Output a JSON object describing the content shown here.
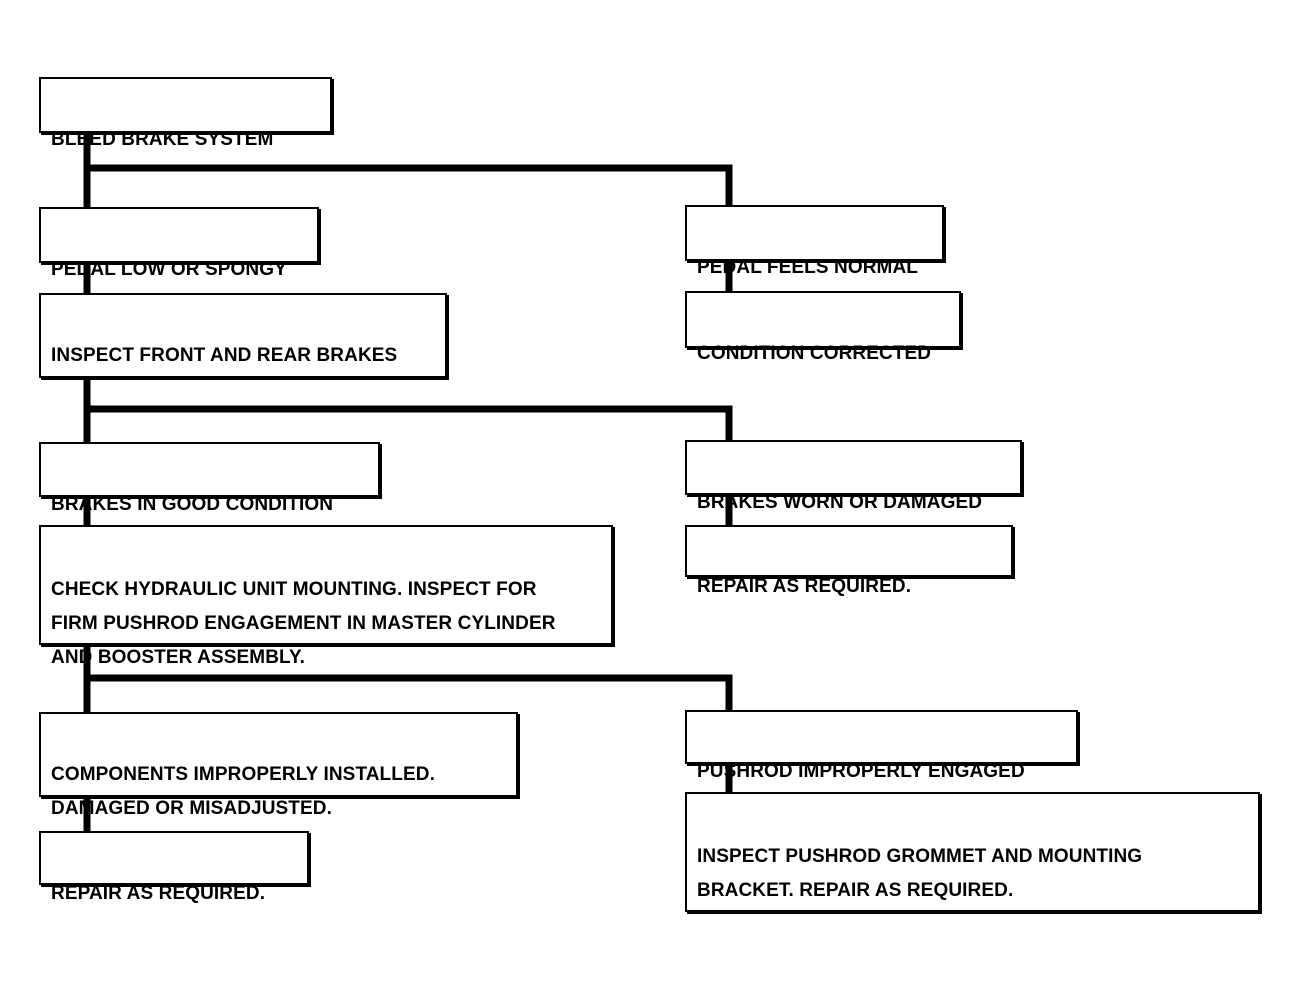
{
  "flowchart": {
    "line_color": "#000000",
    "nodes": {
      "bleed": "BLEED BRAKE SYSTEM",
      "pedal_low": "PEDAL LOW OR SPONGY",
      "pedal_normal": "PEDAL FEELS NORMAL",
      "inspect_brakes": "INSPECT FRONT AND REAR BRAKES",
      "condition_corrected": "CONDITION CORRECTED",
      "brakes_good": "BRAKES IN GOOD CONDITION",
      "brakes_worn": "BRAKES WORN OR DAMAGED",
      "check_hydraulic": "CHECK HYDRAULIC UNIT MOUNTING.  INSPECT FOR\nFIRM PUSHROD ENGAGEMENT IN MASTER CYLINDER\nAND BOOSTER ASSEMBLY.",
      "repair_right": "REPAIR AS REQUIRED.",
      "components_improper": "COMPONENTS IMPROPERLY INSTALLED.\nDAMAGED OR MISADJUSTED.",
      "pushrod_improper": "PUSHROD IMPROPERLY ENGAGED",
      "repair_left": "REPAIR AS REQUIRED.",
      "inspect_grommet": "INSPECT PUSHROD GROMMET AND MOUNTING\nBRACKET.  REPAIR AS REQUIRED."
    }
  }
}
